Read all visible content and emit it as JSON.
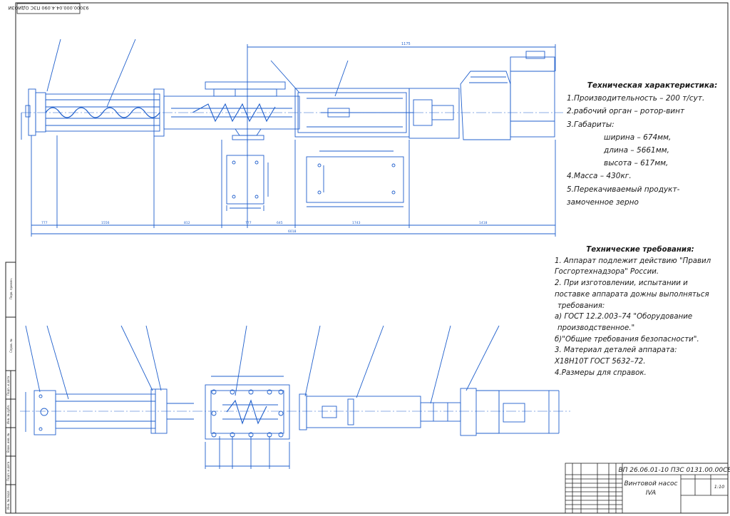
{
  "document": {
    "rotated_stamp": "93000.000.04.4.090 ПЗС ОДИОЗИ",
    "top_dimension": "1175",
    "bottom_dimension": "6018",
    "bottom_dimension_segments": [
      "777",
      "1556",
      "812",
      "777",
      "645",
      "1743",
      "1418"
    ]
  },
  "tech_characteristics": {
    "title": "Техническая характеристика:",
    "lines": [
      "1.Производительность – 200 т/сут.",
      "2.рабочий орган – ротор-винт",
      "3.Габариты:",
      "ширина – 674мм,",
      "длина – 5661мм,",
      "высота – 617мм,",
      "4.Масса – 430кг.",
      "5.Перекачиваемый продукт-",
      "замоченное зерно"
    ]
  },
  "tech_requirements": {
    "title": "Технические требования:",
    "lines": [
      "1. Аппарат подлежит действию \"Правил",
      "Госгортехнадзора\" России.",
      "2. При изготовлении, испытании и",
      "поставке аппарата дожны выполняться",
      "требования:",
      "а) ГОСТ 12.2.003–74 \"Оборудование",
      "производственное.\"",
      "б)\"Общие требования безопасности\".",
      "3. Материал деталей аппарата:",
      "Х18Н10Т ГОСТ 5632–72.",
      "4.Размеры для справок."
    ]
  },
  "title_block": {
    "designation": "ВП 26.06.01-10 ПЗС 0131.00.00СБ",
    "name_line1": "Винтовой насос",
    "name_line2": "IVA",
    "scale": "1:10"
  },
  "colors": {
    "drawing_line": "#1f5fcc",
    "frame": "#1a1a1a",
    "text": "#1a1a1a"
  }
}
